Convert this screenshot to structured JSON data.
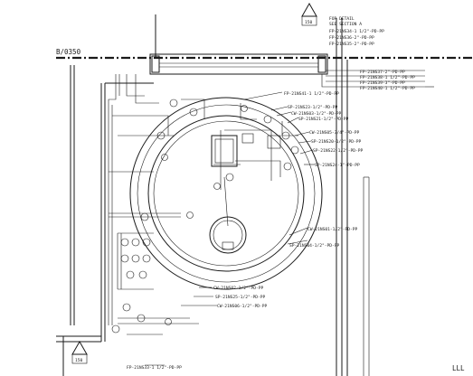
{
  "drawing": {
    "grid_line_label": "B/0350",
    "section_marker_top": {
      "letter": "A",
      "sheet": "150"
    },
    "section_marker_bottom": {
      "letter": "A",
      "sheet": "150"
    },
    "corner_text": "LLL",
    "labels": [
      "FOR DETAIL",
      "SEE SECTION A",
      "FP-21NS34-1 1/2\"-PD-PP",
      "FP-21NS36-2\"-PD-PP",
      "FP-21NS35-2\"-PD-PP",
      "FP-21NS37-2\"-PD-PP",
      "FP-21NS38-1 1/2\"-PD-PP",
      "FP-21NS39-3\"-PD-PP",
      "FP-21NS40-1 1/2\"-PD-PP",
      "FP-21NS41-1 1/2\"-PD-PP",
      "SP-21NS23-1/2\"-PD-PP",
      "CW-21NS03-1/2\"-PD-PP",
      "SP-21NS21-1/2\"-PD-PP",
      "CW-21NS05-3/4\"-PD-PP",
      "SP-21NS20-1/2\"-PD-PP",
      "SP-21NS22-1/2\"-PD-PP",
      "SP-21NS24-1\"-PD-PP",
      "CW-21NS01-1/2\"-PD-PP",
      "SP-21NS04-1/2\"-PD-PP",
      "CW-21NS02-1/2\"-PD-PP",
      "SP-21NS25-1/2\"-PD-PP",
      "CW-21NS06-1/2\"-PD-PP",
      "FP-21NS33-1 1/2\"-PD-PP"
    ]
  }
}
